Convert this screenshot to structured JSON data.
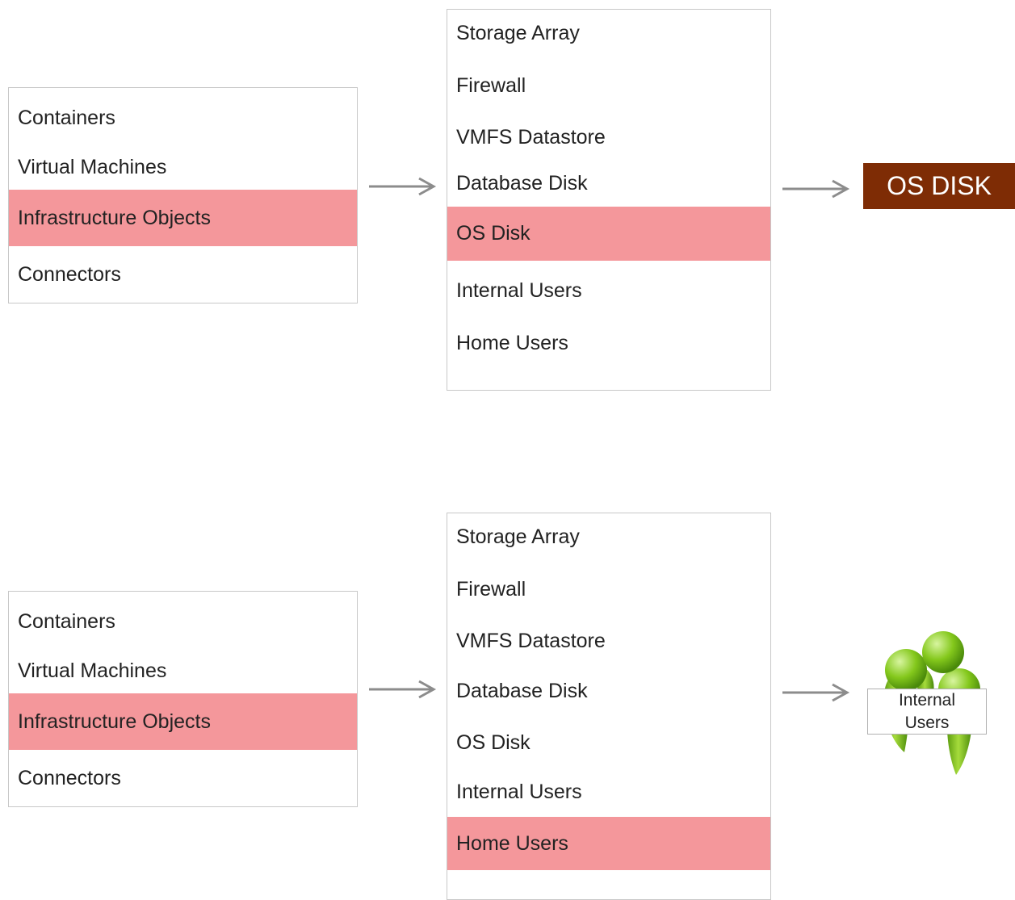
{
  "top": {
    "category_list": {
      "items": [
        "Containers",
        "Virtual Machines",
        "Infrastructure Objects",
        "Connectors"
      ],
      "selected": 2
    },
    "object_list": {
      "items": [
        "Storage Array",
        "Firewall",
        "VMFS Datastore",
        "Database Disk",
        "OS Disk",
        "Internal Users",
        "Home Users"
      ],
      "selected": 4
    },
    "result": {
      "label": "OS DISK",
      "color": "#7e2c05"
    }
  },
  "bottom": {
    "category_list": {
      "items": [
        "Containers",
        "Virtual Machines",
        "Infrastructure Objects",
        "Connectors"
      ],
      "selected": 2
    },
    "object_list": {
      "items": [
        "Storage Array",
        "Firewall",
        "VMFS Datastore",
        "Database Disk",
        "OS Disk",
        "Internal Users",
        "Home Users"
      ],
      "selected": 6
    },
    "result": {
      "label_line1": "Internal",
      "label_line2": "Users",
      "icon": "users-group-icon"
    }
  },
  "colors": {
    "selection": "#f4979b",
    "arrow": "#8c8c8c",
    "users_green": "#7cc21a"
  }
}
